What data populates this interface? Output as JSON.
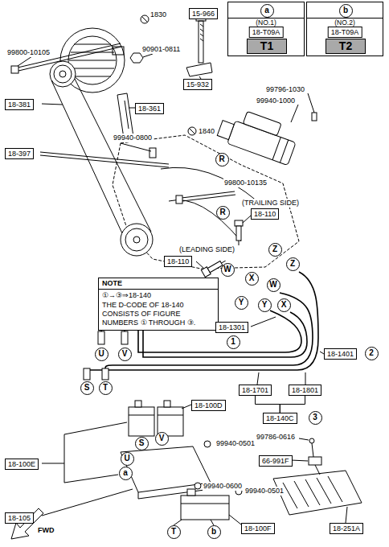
{
  "diagram": {
    "nodes": [
      {
        "text": [
          "(NO.1)",
          "T1"
        ]
      },
      {
        "text": [
          "a"
        ],
        "in": 0
      },
      {
        "text": [
          "18-T09A"
        ],
        "in": 0
      },
      {
        "text": [
          "(NO.2)",
          "T2"
        ]
      },
      {
        "text": [
          "b"
        ],
        "in": 3
      },
      {
        "text": [
          "18-T09A"
        ],
        "in": 3
      },
      {
        "text": [
          "15-966"
        ]
      },
      {
        "text": [
          "15-932"
        ]
      },
      {
        "text": [
          "18-381"
        ]
      },
      {
        "text": [
          "18-361"
        ]
      },
      {
        "text": [
          "18-397"
        ]
      },
      {
        "text": [
          "R"
        ]
      },
      {
        "text": [
          "18-110"
        ]
      },
      {
        "text": [
          "R"
        ]
      },
      {
        "text": [
          "Z"
        ]
      },
      {
        "text": [
          "W"
        ]
      },
      {
        "text": [
          "X"
        ]
      },
      {
        "text": [
          "Y"
        ]
      },
      {
        "text": [
          "18-110"
        ]
      },
      {
        "text": [
          "NOTE",
          "①→③⇒18-140",
          "THE D-CODE OF 18-140 CONSISTS OF FIGURE NUMBERS ① THROUGH ③."
        ]
      },
      {
        "text": [
          "Z"
        ]
      },
      {
        "text": [
          "W"
        ]
      },
      {
        "text": [
          "Y"
        ]
      },
      {
        "text": [
          "X"
        ]
      },
      {
        "text": [
          "18-1301"
        ]
      },
      {
        "text": [
          "1"
        ]
      },
      {
        "text": [
          "18-1401"
        ]
      },
      {
        "text": [
          "2"
        ]
      },
      {
        "text": [
          "U"
        ]
      },
      {
        "text": [
          "V"
        ]
      },
      {
        "text": [
          "S"
        ]
      },
      {
        "text": [
          "T"
        ]
      },
      {
        "text": [
          "18-1701"
        ]
      },
      {
        "text": [
          "18-1801"
        ]
      },
      {
        "text": [
          "18-140C"
        ]
      },
      {
        "text": [
          "3"
        ]
      },
      {
        "text": [
          "18-100D"
        ]
      },
      {
        "text": [
          "18-100E"
        ]
      },
      {
        "text": [
          "S"
        ]
      },
      {
        "text": [
          "V"
        ]
      },
      {
        "text": [
          "U"
        ]
      },
      {
        "text": [
          "a"
        ]
      },
      {
        "text": [
          "66-991F"
        ]
      },
      {
        "text": [
          "18-105"
        ]
      },
      {
        "text": [
          "18-251A"
        ]
      },
      {
        "text": [
          "T"
        ]
      },
      {
        "text": [
          "b"
        ]
      },
      {
        "text": [
          "18-100F"
        ]
      }
    ],
    "edges": [
      {
        "from": 32,
        "to": 34,
        "arrow": "none"
      },
      {
        "from": 33,
        "to": 34,
        "arrow": "none"
      }
    ],
    "labels": [
      "1830",
      "99800-10105",
      "90901-0811",
      "99796-1030",
      "99940-1000",
      "1840",
      "99940-0800",
      "99800-10135",
      "(TRAILING SIDE)",
      "(LEADING SIDE)",
      "99786-0616",
      "99940-0501",
      "99940-0600",
      "99940-0501",
      "FWD"
    ]
  }
}
